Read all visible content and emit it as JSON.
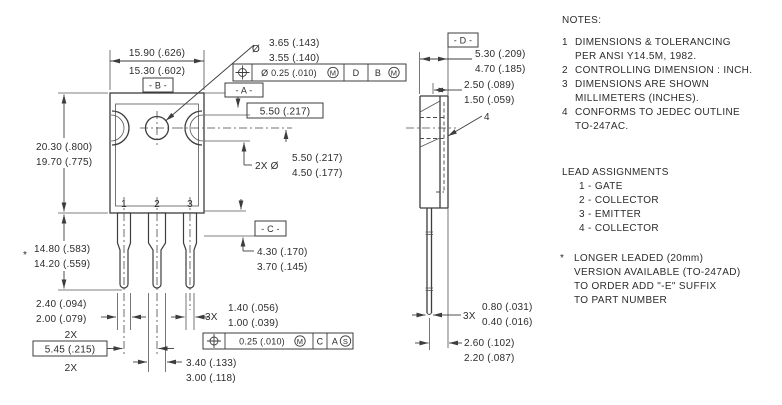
{
  "drawing": {
    "front_view": {
      "width_max": "15.90 (.626)",
      "width_min": "15.30 (.602)",
      "datum_b": "- B -",
      "datum_a": "- A -",
      "datum_c": "- C -",
      "height_max": "20.30 (.800)",
      "height_min": "19.70 (.775)",
      "lead_len_star": "*",
      "lead_len_max": "14.80 (.583)",
      "lead_len_min": "14.20 (.559)",
      "hole_dia_sym": "Ø",
      "hole_dia_max": "3.65 (.143)",
      "hole_dia_min": "3.55 (.140)",
      "fcf_top": {
        "tol": "Ø 0.25 (.010)",
        "mod": "M",
        "d1": "D",
        "d2": "B",
        "d2mod": "M"
      },
      "hole_offset": "5.50 (.217)",
      "notch_qty": "2X Ø",
      "notch_max": "5.50 (.217)",
      "notch_min": "4.50 (.177)",
      "standoff_max": "4.30 (.170)",
      "standoff_min": "3.70 (.145)",
      "outer_lead_w_max": "2.40 (.094)",
      "outer_lead_w_min": "2.00 (.079)",
      "outer_lead_qty": "2X",
      "pitch": "5.45 (.215)",
      "pitch_qty": "2X",
      "tip_w_qty": "3X",
      "tip_w_max": "1.40 (.056)",
      "tip_w_min": "1.00 (.039)",
      "fcf_bot": {
        "tol": "0.25 (.010)",
        "mod": "M",
        "d1": "C",
        "d2": "A",
        "d2mod": "S"
      },
      "center_lead_w_max": "3.40 (.133)",
      "center_lead_w_min": "3.00 (.118)",
      "pins": [
        "1",
        "2",
        "3"
      ]
    },
    "side_view": {
      "datum_d": "- D -",
      "depth_max": "5.30 (.209)",
      "depth_min": "4.70 (.185)",
      "tab_max": "2.50 (.089)",
      "tab_min": "1.50 (.059)",
      "tab_ref": "4",
      "tip_t_qty": "3X",
      "tip_t_max": "0.80 (.031)",
      "tip_t_min": "0.40 (.016)",
      "lead_t_max": "2.60 (.102)",
      "lead_t_min": "2.20 (.087)"
    }
  },
  "notes": {
    "title": "NOTES:",
    "items": [
      {
        "num": "1",
        "text": "DIMENSIONS & TOLERANCING\nPER ANSI Y14.5M, 1982."
      },
      {
        "num": "2",
        "text": "CONTROLLING DIMENSION : INCH."
      },
      {
        "num": "3",
        "text": "DIMENSIONS ARE SHOWN\nMILLIMETERS (INCHES)."
      },
      {
        "num": "4",
        "text": "CONFORMS TO JEDEC OUTLINE\nTO-247AC."
      }
    ]
  },
  "lead_assignments": {
    "title": "LEAD ASSIGNMENTS",
    "items": [
      "1 - GATE",
      "2 - COLLECTOR",
      "3 - EMITTER",
      "4 - COLLECTOR"
    ]
  },
  "footnote": {
    "marker": "*",
    "text": "LONGER LEADED (20mm)\nVERSION AVAILABLE (TO-247AD)\nTO ORDER ADD \"-E\" SUFFIX\nTO PART NUMBER"
  }
}
